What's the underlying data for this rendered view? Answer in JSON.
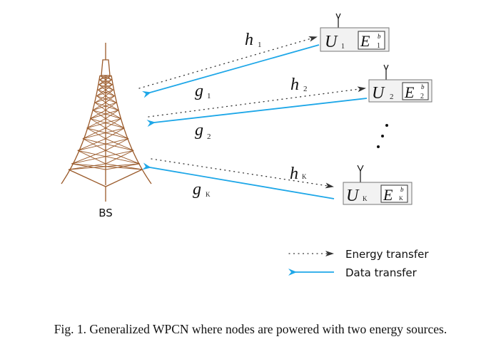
{
  "base_station": {
    "label": "BS"
  },
  "users": [
    {
      "name": "U",
      "index": "1",
      "energy_symbol": "E",
      "energy_sup": "b",
      "energy_sub": "1",
      "energy_link": "h",
      "energy_link_sub": "1",
      "data_link": "g",
      "data_link_sub": "1"
    },
    {
      "name": "U",
      "index": "2",
      "energy_symbol": "E",
      "energy_sup": "b",
      "energy_sub": "2",
      "energy_link": "h",
      "energy_link_sub": "2",
      "data_link": "g",
      "data_link_sub": "2"
    },
    {
      "name": "U",
      "index": "K",
      "energy_symbol": "E",
      "energy_sup": "b",
      "energy_sub": "K",
      "energy_link": "h",
      "energy_link_sub": "K",
      "data_link": "g",
      "data_link_sub": "K"
    }
  ],
  "ellipsis": "⋮",
  "legend": {
    "energy": "Energy transfer",
    "data": "Data transfer"
  },
  "colors": {
    "tower": "#9a5a2a",
    "data_arrow": "#1ea7e8",
    "energy_arrow": "#333333"
  },
  "caption": "Fig. 1.  Generalized WPCN where nodes are powered with two energy sources."
}
